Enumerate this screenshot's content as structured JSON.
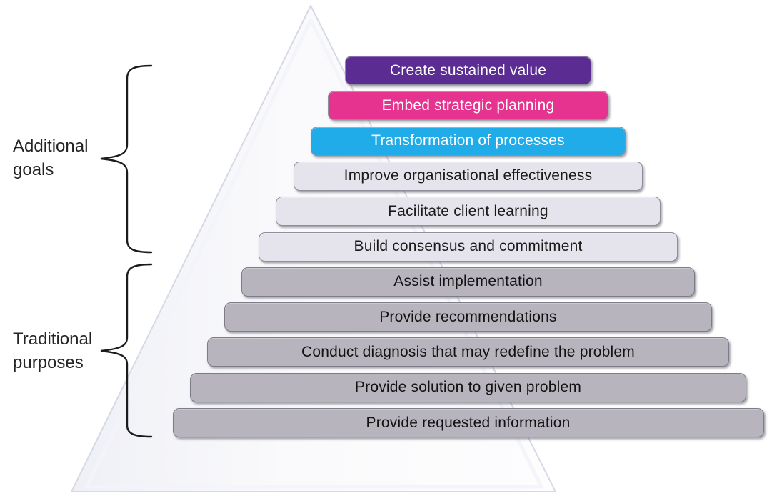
{
  "side_labels": {
    "additional": {
      "line1": "Additional",
      "line2": "goals"
    },
    "traditional": {
      "line1": "Traditional",
      "line2": "purposes"
    }
  },
  "pyramid": {
    "rows": [
      {
        "label": "Create sustained value",
        "fill": "#5B2C92",
        "border": "#908E9A",
        "text_color": "#FFFFFF",
        "group": "additional goals"
      },
      {
        "label": "Embed strategic planning",
        "fill": "#E5338F",
        "border": "#908E9A",
        "text_color": "#FFFFFF",
        "group": "additional goals"
      },
      {
        "label": "Transformation of processes",
        "fill": "#1FACE8",
        "border": "#908E9A",
        "text_color": "#FFFFFF",
        "group": "additional goals"
      },
      {
        "label": "Improve organisational effectiveness",
        "fill": "#E5E4ED",
        "border": "#8F8D99",
        "text_color": "#1A1A1A",
        "group": "additional goals"
      },
      {
        "label": "Facilitate client learning",
        "fill": "#E5E4ED",
        "border": "#8F8D99",
        "text_color": "#1A1A1A",
        "group": "additional goals"
      },
      {
        "label": "Build consensus and commitment",
        "fill": "#E5E4ED",
        "border": "#8F8D99",
        "text_color": "#1A1A1A",
        "group": "additional goals"
      },
      {
        "label": "Assist implementation",
        "fill": "#B7B4BE",
        "border": "#7E7C88",
        "text_color": "#121212",
        "group": "traditional purposes"
      },
      {
        "label": "Provide recommendations",
        "fill": "#B7B4BE",
        "border": "#7E7C88",
        "text_color": "#121212",
        "group": "traditional purposes"
      },
      {
        "label": "Conduct diagnosis that may redefine the problem",
        "fill": "#B7B4BE",
        "border": "#7E7C88",
        "text_color": "#121212",
        "group": "traditional purposes"
      },
      {
        "label": "Provide solution to given problem",
        "fill": "#B7B4BE",
        "border": "#7E7C88",
        "text_color": "#121212",
        "group": "traditional purposes"
      },
      {
        "label": "Provide requested information",
        "fill": "#B7B4BE",
        "border": "#7E7C88",
        "text_color": "#121212",
        "group": "traditional purposes"
      }
    ]
  },
  "colors": {
    "background": "#FFFFFF",
    "triangle_edge": "#D6D9E6",
    "triangle_fill_left": "#EFF0F6",
    "triangle_fill_right": "#FDFDFE",
    "brace": "#1B1B1B"
  }
}
